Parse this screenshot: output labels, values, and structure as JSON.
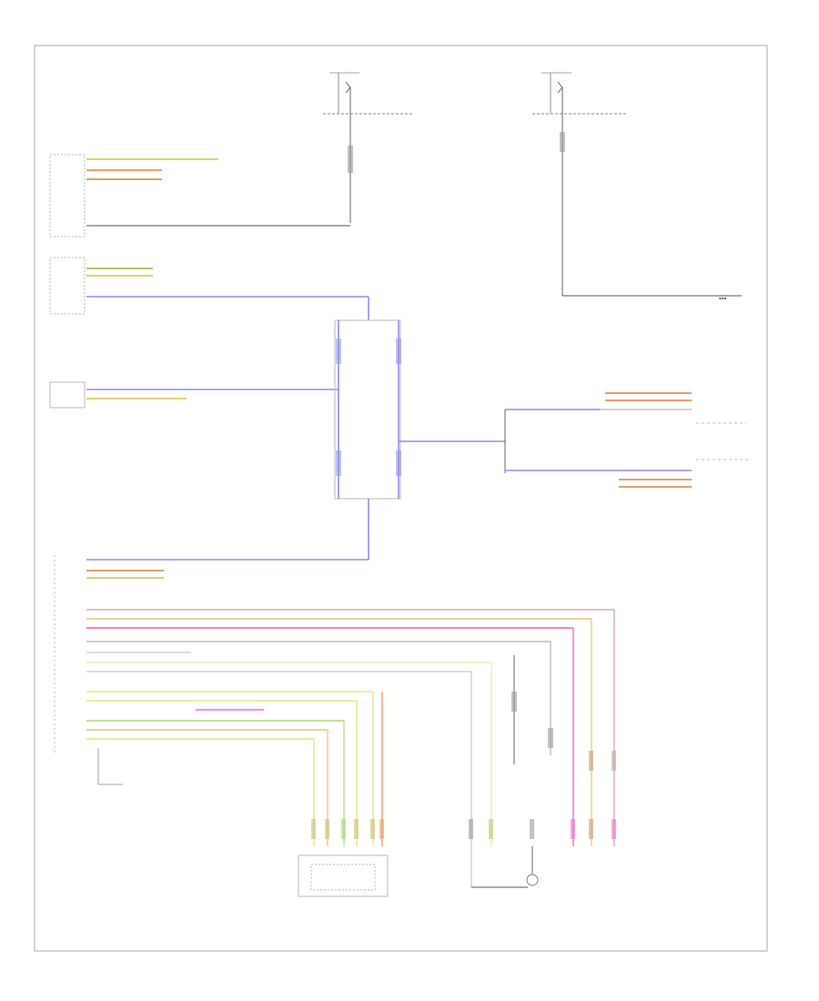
{
  "footer_code": "",
  "fuse_blocks": [
    {
      "id": "fb1",
      "title": "",
      "fuse": "",
      "labels": [
        ""
      ]
    },
    {
      "id": "fb2",
      "title": "",
      "fuse": "",
      "labels": [
        ""
      ]
    }
  ],
  "components": [
    {
      "id": "ccm",
      "label": ""
    },
    {
      "id": "bsw",
      "label": ""
    },
    {
      "id": "cpp",
      "label": ""
    },
    {
      "id": "can_gw",
      "label_l": "",
      "label_r": ""
    },
    {
      "id": "tcm_top",
      "label": ""
    },
    {
      "id": "tcm_bot",
      "label": ""
    },
    {
      "id": "ecm",
      "label": ""
    },
    {
      "id": "tps_sensor",
      "label": ""
    },
    {
      "id": "apps_sensor",
      "label": ""
    }
  ],
  "colors": {
    "wire_black": "#555555",
    "wire_blue": "#8f8fe8",
    "wire_orange": "#e8a070",
    "wire_yellow": "#e8e070",
    "wire_green": "#a8d878",
    "wire_pink": "#f070c8",
    "wire_red": "#e07070",
    "wire_brown": "#c8a070",
    "wire_gray": "#b0b0b0",
    "frame": "#b8b8b8"
  }
}
